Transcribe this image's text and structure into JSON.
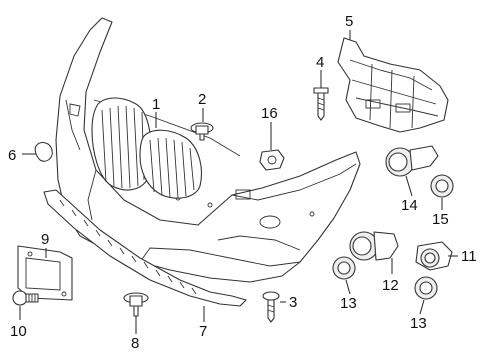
{
  "diagram": {
    "callouts": [
      {
        "id": "1",
        "label": "1"
      },
      {
        "id": "2",
        "label": "2"
      },
      {
        "id": "3",
        "label": "3"
      },
      {
        "id": "4",
        "label": "4"
      },
      {
        "id": "5",
        "label": "5"
      },
      {
        "id": "6",
        "label": "6"
      },
      {
        "id": "7",
        "label": "7"
      },
      {
        "id": "8",
        "label": "8"
      },
      {
        "id": "9",
        "label": "9"
      },
      {
        "id": "10",
        "label": "10"
      },
      {
        "id": "11",
        "label": "11"
      },
      {
        "id": "12",
        "label": "12"
      },
      {
        "id": "13a",
        "label": "13"
      },
      {
        "id": "13b",
        "label": "13"
      },
      {
        "id": "14",
        "label": "14"
      },
      {
        "id": "15",
        "label": "15"
      },
      {
        "id": "16",
        "label": "16"
      }
    ],
    "colors": {
      "line": "#333333",
      "background": "#ffffff"
    }
  }
}
